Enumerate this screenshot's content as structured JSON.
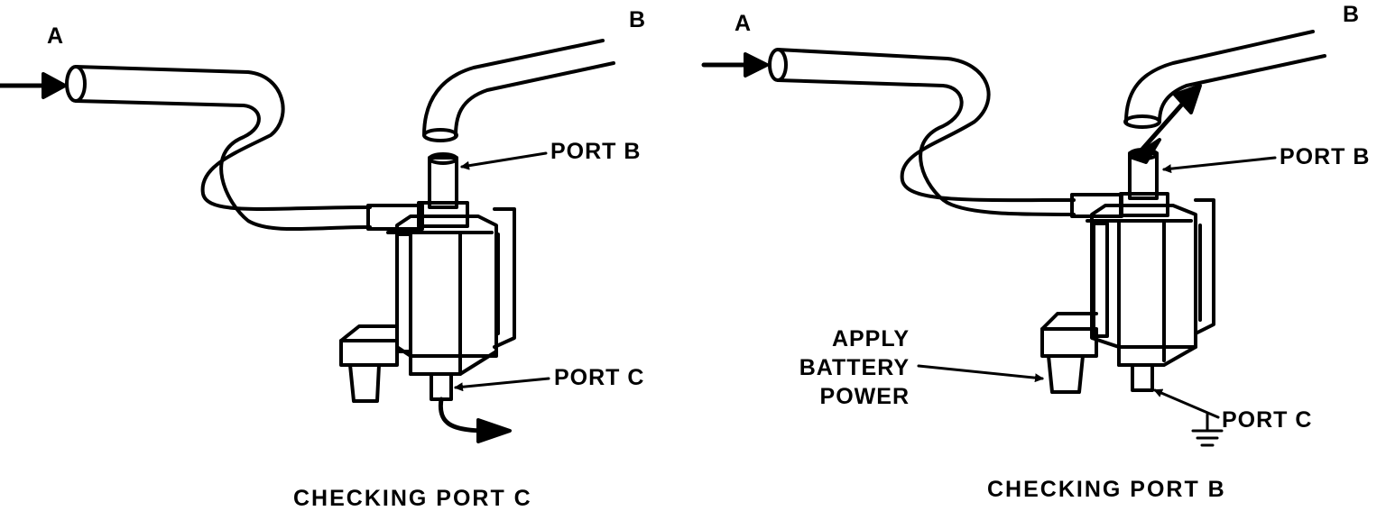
{
  "left_panel": {
    "label_a": "A",
    "label_b": "B",
    "port_b": "PORT B",
    "port_c": "PORT C",
    "caption": "CHECKING PORT C"
  },
  "right_panel": {
    "label_a": "A",
    "label_b": "B",
    "port_b": "PORT B",
    "apply_line1": "APPLY",
    "apply_line2": "BATTERY",
    "apply_line3": "POWER",
    "port_c": "PORT C",
    "caption": "CHECKING PORT B"
  },
  "colors": {
    "ink": "#000000",
    "paper": "#ffffff"
  }
}
